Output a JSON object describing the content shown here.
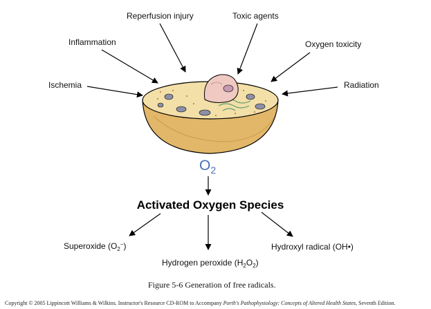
{
  "sources": {
    "reperfusion": "Reperfusion injury",
    "toxic": "Toxic agents",
    "inflammation": "Inflammation",
    "oxygen_toxicity": "Oxygen toxicity",
    "ischemia": "Ischemia",
    "radiation": "Radiation"
  },
  "oxygen": {
    "symbol": "O",
    "subscript": "2"
  },
  "main_label": "Activated Oxygen Species",
  "products": {
    "superoxide": {
      "text": "Superoxide (O",
      "sub": "2",
      "sup": "−",
      "close": ")"
    },
    "hydrogen_peroxide": {
      "text": "Hydrogen peroxide (H",
      "sub1": "2",
      "mid": "O",
      "sub2": "2",
      "close": ")"
    },
    "hydroxyl": "Hydroxyl radical (OH•)"
  },
  "caption": "Figure 5-6 Generation of free radicals.",
  "copyright": {
    "pre": "Copyright © 2005 Lippincott Williams & Wilkins.  Instructor's Resource CD-ROM to Accompany ",
    "book": "Porth's Pathophysiology: Concepts of Altered Health States,",
    "post": " Seventh Edition."
  },
  "colors": {
    "cell_outer": "#e3b769",
    "cell_top": "#f3dfa8",
    "nucleus": "#efc9c2",
    "organelle": "#8c90a6",
    "o2_blue": "#4a6fb8"
  }
}
